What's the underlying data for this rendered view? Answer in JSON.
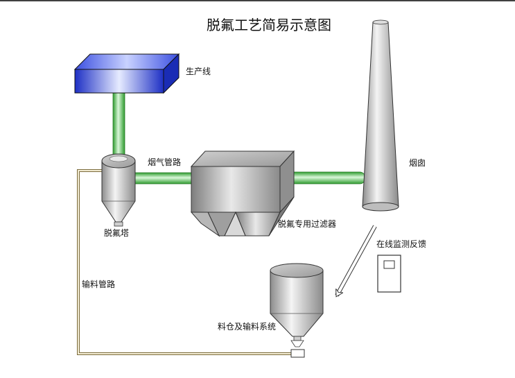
{
  "title": "脱氟工艺简易示意图",
  "labels": {
    "production_line": "生产线",
    "flue_gas_pipe": "烟气管路",
    "chimney": "烟囱",
    "defluorination_tower": "脱氟塔",
    "defluorination_filter": "脱氟专用过滤器",
    "online_monitoring": "在线监测反馈",
    "conveying_pipe": "输料管路",
    "silo_and_conveying": "料仓及输料系统"
  },
  "colors": {
    "pipe_green": "#3fcf3f",
    "production_line_blue": "#2a3fd0",
    "equipment_gray": "#a8a8a8",
    "frame": "#000000"
  }
}
